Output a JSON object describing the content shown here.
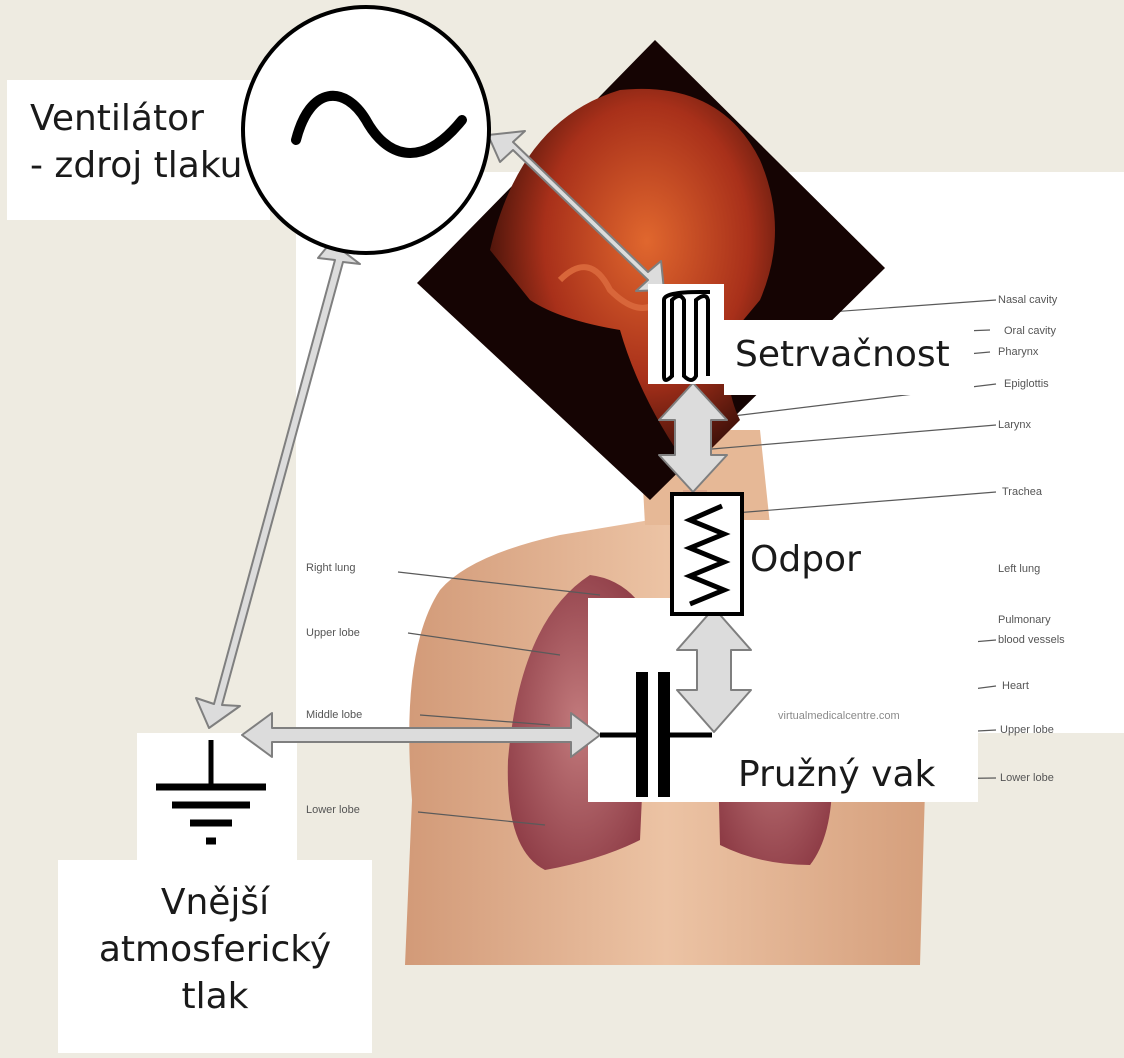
{
  "components": {
    "ventilator": {
      "line1": "Ventilátor",
      "line2": "- zdroj tlaku"
    },
    "inertance": "Setrvačnost",
    "resistance": "Odpor",
    "compliance": "Pružný vak",
    "atmosphere": {
      "line1": "Vnější",
      "line2": "atmosferický",
      "line3": "tlak"
    }
  },
  "anatomy_labels": {
    "nasal_cavity": "Nasal cavity",
    "oral_cavity": "Oral cavity",
    "pharynx": "Pharynx",
    "epiglottis": "Epiglottis",
    "larynx": "Larynx",
    "trachea": "Trachea",
    "right_lung": "Right lung",
    "left_lung": "Left lung",
    "upper_lobe_right": "Upper lobe",
    "middle_lobe": "Middle lobe",
    "lower_lobe_right": "Lower lobe",
    "pulmonary_vessels_1": "Pulmonary",
    "pulmonary_vessels_2": "blood vessels",
    "heart": "Heart",
    "upper_lobe_left": "Upper lobe",
    "lower_lobe_left": "Lower lobe"
  },
  "image_credit": "virtualmedicalcentre.com",
  "colors": {
    "background": "#eeebe1",
    "arrow_fill": "#dcdcdc",
    "arrow_stroke": "#7f7f7f",
    "skin": "#e3b999",
    "lung": "#9b4a52"
  }
}
